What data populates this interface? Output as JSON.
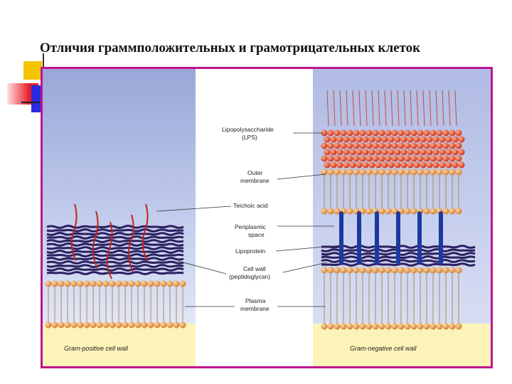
{
  "slide": {
    "title": "Отличия граммположительных и грамотрицательных клеток"
  },
  "diagram": {
    "labels": [
      "Lipopolysaccharide",
      "(LPS)",
      "Outer",
      "membrane",
      "Teichoic acid",
      "Periplasmic",
      "space",
      "Lipoprotein",
      "Cell wall",
      "(peptidoglycan)",
      "Plasma",
      "membrane"
    ],
    "caption_left": "Gram-positive cell wall",
    "caption_right": "Gram-negative cell wall"
  },
  "colors": {
    "frame": "#c0148c",
    "accent_yellow": "#f5c400",
    "accent_red": "#e8202a",
    "accent_blue": "#2a2ae0",
    "lps": "#e8401c",
    "lipid_head": "#e8a050",
    "peptidoglycan": "#2a2060",
    "lipoprotein": "#1a3aa0",
    "teichoic": "#c0241c"
  }
}
